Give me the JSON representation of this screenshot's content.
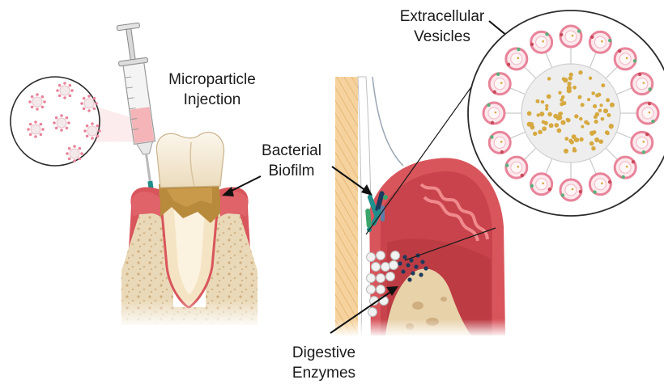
{
  "labels": {
    "microparticle": [
      "Microparticle",
      "Injection"
    ],
    "bacterial": [
      "Bacterial",
      "Biofilm"
    ],
    "extracellular": [
      "Extracellular",
      "Vesicles"
    ],
    "digestive": [
      "Digestive",
      "Enzymes"
    ]
  },
  "colors": {
    "gum": "#d9555c",
    "gum_dark": "#b8333c",
    "gum_light": "#f08a8d",
    "bone": "#e8d6b4",
    "bone_pore": "#c9a77a",
    "enamel": "#f6eedd",
    "dentin": "#f2ddb0",
    "calculus": "#b88a3c",
    "vesicle_ring": "#e8849a",
    "particle_gold": "#d6a940",
    "biofilm_teal": "#1f8f8c",
    "enzyme_navy": "#1d3a5c",
    "syringe_fluid": "#f4b4b8"
  },
  "icons": [
    "syringe-icon",
    "tooth-icon",
    "vesicle-icon",
    "arrow-icon"
  ]
}
